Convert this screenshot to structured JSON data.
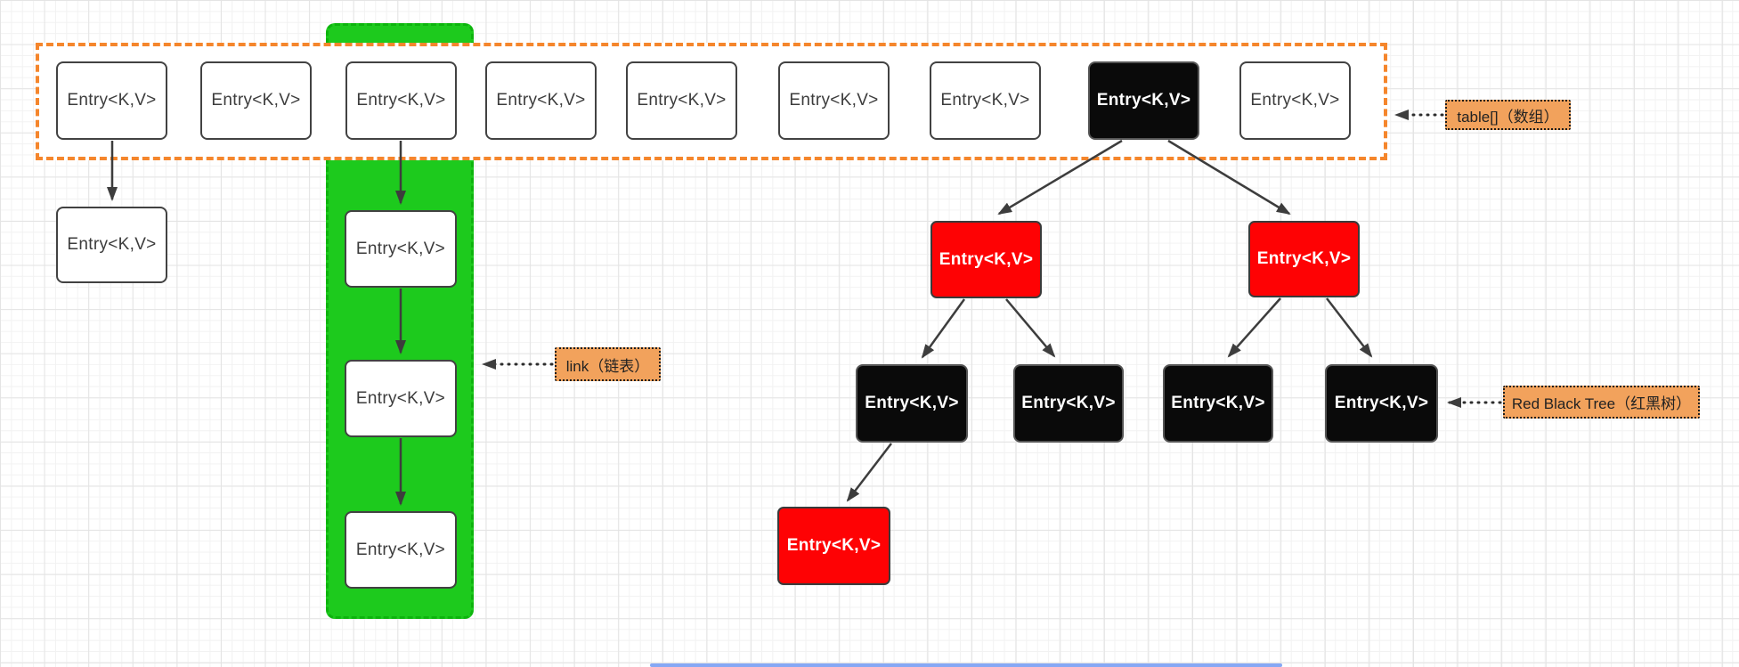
{
  "node_label": "Entry<K,V>",
  "labels": {
    "table": "table[]（数组）",
    "link": "link（链表）",
    "tree": "Red Black Tree（红黑树）"
  },
  "colors": {
    "array_border_orange": "#F5862C",
    "label_fill_orange": "#F2A25C",
    "list_highlight_green": "#1DCA1D",
    "tree_red": "#FE0204",
    "tree_black": "#0A0A0A",
    "arrow_gray": "#3D3D3D"
  },
  "structure": {
    "array_cells": 9,
    "array_black_cell_index": 7,
    "linked_list_length": 3,
    "tree_black_row_count": 4,
    "tree_red_count": 3
  }
}
